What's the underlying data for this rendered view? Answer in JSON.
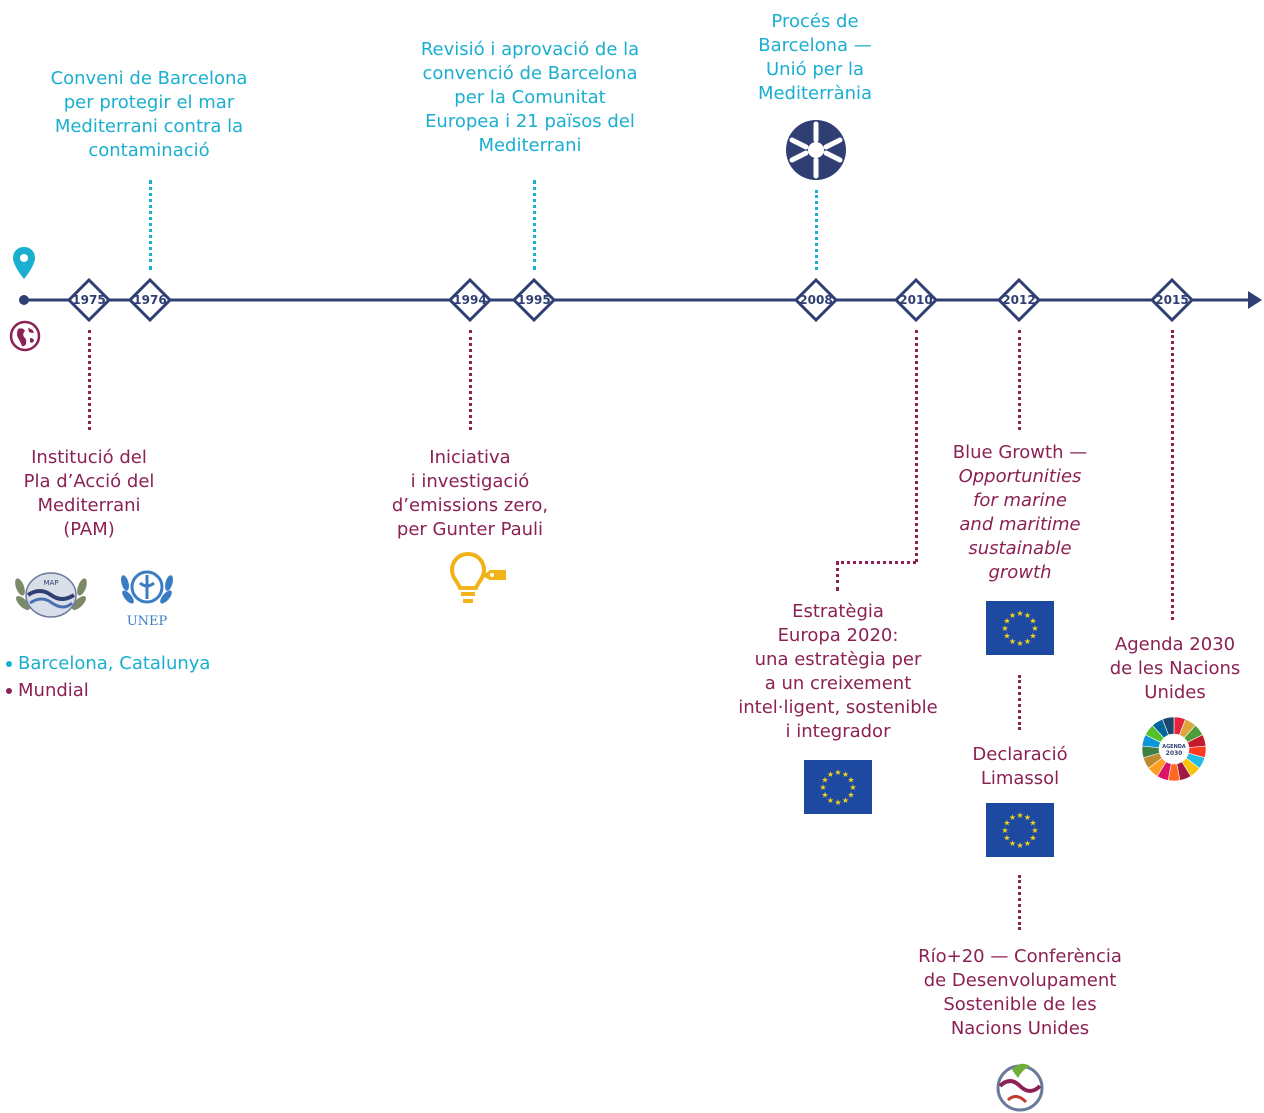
{
  "colors": {
    "line": "#2f3f73",
    "cyan": "#1aaed0",
    "plum": "#8b2154",
    "eu_blue": "#1d4aa0",
    "eu_star": "#f6d21b",
    "bulb": "#f2b31a"
  },
  "timeline": {
    "years": [
      "1975",
      "1976",
      "1994",
      "1995",
      "2008",
      "2010",
      "2012",
      "2015"
    ],
    "start_icons": [
      "location-pin-icon",
      "globe-icon"
    ]
  },
  "events_top": {
    "e1976": [
      "Conveni de Barcelona",
      "per protegir el mar",
      "Mediterrani contra la",
      "contaminació"
    ],
    "e1995": [
      "Revisió i aprovació de la",
      "convenció de Barcelona",
      "per la Comunitat",
      "Europea i 21 països del",
      "Mediterrani"
    ],
    "e2008": [
      "Procés de",
      "Barcelona —",
      "Unió per la",
      "Mediterrània"
    ]
  },
  "events_bottom": {
    "e1975": [
      "Institució del",
      "Pla d’Acció del",
      "Mediterrani",
      "(PAM)"
    ],
    "e1994": [
      "Iniciativa",
      "i investigació",
      "d’emissions zero,",
      "per Gunter Pauli"
    ],
    "e2010": [
      "Estratègia",
      "Europa 2020:",
      "una estratègia per",
      "a un creixement",
      "intel·ligent, sostenible",
      "i integrador"
    ],
    "e2012_title": "Blue Growth —",
    "e2012_italic": [
      "Opportunities",
      "for marine",
      "and maritime",
      "sustainable",
      "growth"
    ],
    "e2012_limassol": [
      "Declaració",
      "Limassol"
    ],
    "e2012_rio": [
      "Río+20 — Conferència",
      "de Desenvolupament",
      "Sostenible de les",
      "Nacions Unides"
    ],
    "e2015": [
      "Agenda 2030",
      "de les Nacions",
      "Unides"
    ]
  },
  "logos": {
    "map_logo": "MAP",
    "unep_logo": "UNEP",
    "agenda_logo": [
      "AGENDA",
      "2030"
    ]
  },
  "legend": [
    "Barcelona, Catalunya",
    "Mundial"
  ]
}
